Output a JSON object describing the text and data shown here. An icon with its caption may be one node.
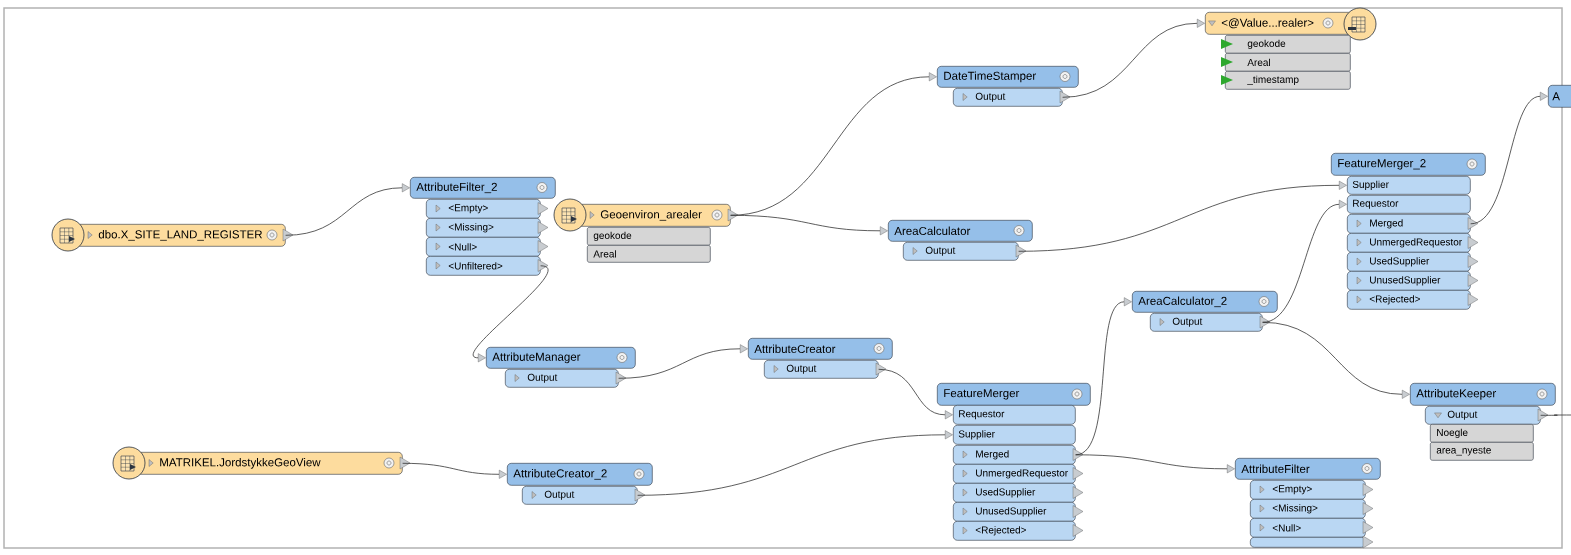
{
  "diagram": {
    "nodes": [
      {
        "text": [
          "dbo.X_SITE_LAND_REGISTER"
        ]
      },
      {
        "text": [
          "AttributeFilter_2"
        ]
      },
      {
        "text": [
          "<Empty>"
        ]
      },
      {
        "text": [
          "<Missing>"
        ]
      },
      {
        "text": [
          "<Null>"
        ]
      },
      {
        "text": [
          "<Unfiltered>"
        ]
      },
      {
        "text": [
          "Geoenviron_arealer"
        ]
      },
      {
        "text": [
          "geokode"
        ]
      },
      {
        "text": [
          "Areal"
        ]
      },
      {
        "text": [
          "DateTimeStamper"
        ]
      },
      {
        "text": [
          "Output"
        ]
      },
      {
        "text": [
          "<@Value...realer>"
        ]
      },
      {
        "text": [
          "geokode"
        ]
      },
      {
        "text": [
          "Areal"
        ]
      },
      {
        "text": [
          "_timestamp"
        ]
      },
      {
        "text": [
          "AreaCalculator"
        ]
      },
      {
        "text": [
          "Output"
        ]
      },
      {
        "text": [
          "FeatureMerger_2"
        ]
      },
      {
        "text": [
          "Supplier"
        ]
      },
      {
        "text": [
          "Requestor"
        ]
      },
      {
        "text": [
          "Merged"
        ]
      },
      {
        "text": [
          "UnmergedRequestor"
        ]
      },
      {
        "text": [
          "UsedSupplier"
        ]
      },
      {
        "text": [
          "UnusedSupplier"
        ]
      },
      {
        "text": [
          "<Rejected>"
        ]
      },
      {
        "text": [
          "A"
        ]
      },
      {
        "text": [
          "AttributeManager"
        ]
      },
      {
        "text": [
          "Output"
        ]
      },
      {
        "text": [
          "AttributeCreator"
        ]
      },
      {
        "text": [
          "Output"
        ]
      },
      {
        "text": [
          "AreaCalculator_2"
        ]
      },
      {
        "text": [
          "Output"
        ]
      },
      {
        "text": [
          "AttributeKeeper"
        ]
      },
      {
        "text": [
          "Output"
        ]
      },
      {
        "text": [
          "Noegle"
        ]
      },
      {
        "text": [
          "area_nyeste"
        ]
      },
      {
        "text": [
          "MATRIKEL.JordstykkeGeoView"
        ]
      },
      {
        "text": [
          "AttributeCreator_2"
        ]
      },
      {
        "text": [
          "Output"
        ]
      },
      {
        "text": [
          "FeatureMerger"
        ]
      },
      {
        "text": [
          "Requestor"
        ]
      },
      {
        "text": [
          "Supplier"
        ]
      },
      {
        "text": [
          "Merged"
        ]
      },
      {
        "text": [
          "UnmergedRequestor"
        ]
      },
      {
        "text": [
          "UsedSupplier"
        ]
      },
      {
        "text": [
          "UnusedSupplier"
        ]
      },
      {
        "text": [
          "<Rejected>"
        ]
      },
      {
        "text": [
          "AttributeFilter"
        ]
      },
      {
        "text": [
          "<Empty>"
        ]
      },
      {
        "text": [
          "<Missing>"
        ]
      },
      {
        "text": [
          "<Null>"
        ]
      },
      {
        "text": [],
        "shape": "box"
      }
    ],
    "edges": [
      {
        "from": 0,
        "to": 1,
        "arrow": "to"
      },
      {
        "from": 5,
        "to": 26,
        "arrow": "to"
      },
      {
        "from": 6,
        "to": 9,
        "arrow": "to"
      },
      {
        "from": 6,
        "to": 15,
        "arrow": "to"
      },
      {
        "from": 10,
        "to": 11,
        "arrow": "to"
      },
      {
        "from": 16,
        "to": 18,
        "arrow": "to"
      },
      {
        "from": 31,
        "to": 19,
        "arrow": "to"
      },
      {
        "from": 20,
        "to": 25,
        "arrow": "to"
      },
      {
        "from": 27,
        "to": 28,
        "arrow": "to"
      },
      {
        "from": 29,
        "to": 40,
        "arrow": "to"
      },
      {
        "from": 36,
        "to": 37,
        "arrow": "to"
      },
      {
        "from": 38,
        "to": 41,
        "arrow": "to"
      },
      {
        "from": 42,
        "to": 30,
        "arrow": "to"
      },
      {
        "from": 42,
        "to": 47,
        "arrow": "to"
      },
      {
        "from": 31,
        "to": 32,
        "arrow": "to"
      },
      {
        "from": 33,
        "to": null,
        "arrow": "none"
      }
    ]
  }
}
